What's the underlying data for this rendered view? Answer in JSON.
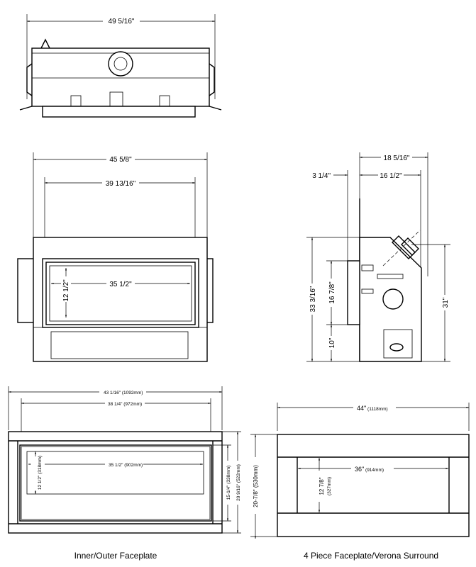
{
  "top_view": {
    "width": "49 5/16\""
  },
  "front_view": {
    "outer_width": "45 5/8\"",
    "inner_width": "39 13/16\"",
    "opening_width": "35 1/2\"",
    "opening_height": "12 1/2\""
  },
  "side_view": {
    "depth_overall": "18 5/16\"",
    "depth_body": "16 1/2\"",
    "faceplate_offset": "3 1/4\"",
    "height_total": "33 3/16\"",
    "faceplate_height": "16 7/8\"",
    "base_height": "10\"",
    "vent_height": "31\""
  },
  "inner_outer_faceplate": {
    "caption": "Inner/Outer Faceplate",
    "outer_width": "43 1/16\"",
    "outer_width_mm": "(1092mm)",
    "inner_width": "38 1/4\"",
    "inner_width_mm": "(972mm)",
    "opening_width": "35 1/2\"",
    "opening_width_mm": "(902mm)",
    "opening_height": "12 1/2\"",
    "opening_height_mm": "(318mm)",
    "inner_height": "15-1/4\"",
    "inner_height_mm": "(338mm)",
    "outer_height": "20 9/16\"",
    "outer_height_mm": "(522mm)",
    "surround_height": "20-7/8\"",
    "surround_height_mm": "(530mm)"
  },
  "four_piece_faceplate": {
    "caption": "4 Piece Faceplate/Verona Surround",
    "width": "44\"",
    "width_mm": "(1118mm)",
    "opening_width": "36\"",
    "opening_width_mm": "(914mm)",
    "opening_height": "12 7/8\"",
    "opening_height_mm": "(327mm)"
  }
}
